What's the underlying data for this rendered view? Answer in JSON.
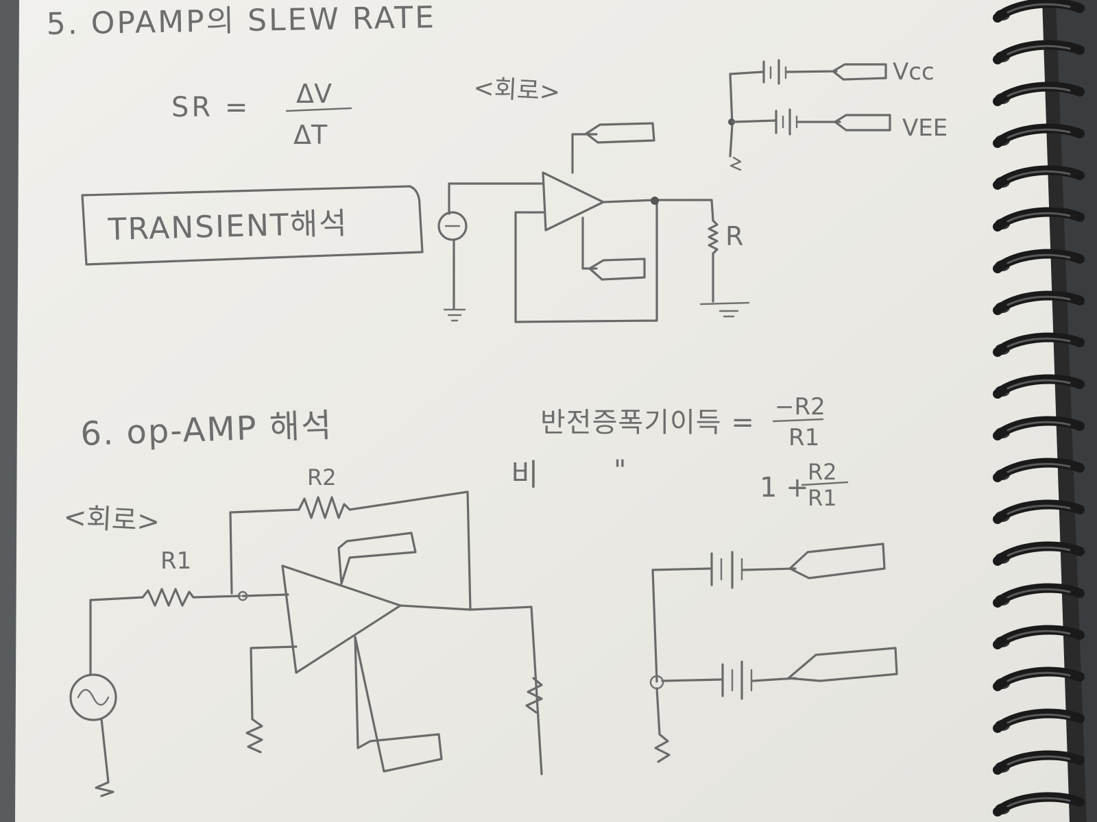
{
  "page": {
    "section5_title": "5. OPAMP의 SLEW RATE",
    "formula_lhs": "SR =",
    "formula_num": "ΔV",
    "formula_den": "ΔT",
    "transient_box_label": "TRANSIENT해석",
    "circuit_label_1": "<회로>",
    "label_vcc": "Vcc",
    "label_vee": "VEE",
    "label_r": "R",
    "section6_title": "6. op-AMP 해석",
    "gain_text_inverting": "반전증폭기이득 =",
    "gain_inverting_num": "−R2",
    "gain_inverting_den": "R1",
    "gain_noninverting_prefix": "비",
    "gain_ditto": "\"",
    "gain_noninverting_expr": "1 +",
    "gain_noninverting_num": "R2",
    "gain_noninverting_den": "R1",
    "circuit_label_2": "<회로>",
    "label_r1": "R1",
    "label_r2": "R2"
  },
  "colors": {
    "paper": "#ecebe6",
    "ink": "#6a6a6a",
    "spiral": "#1e1e1e",
    "background": "#5f6468"
  }
}
